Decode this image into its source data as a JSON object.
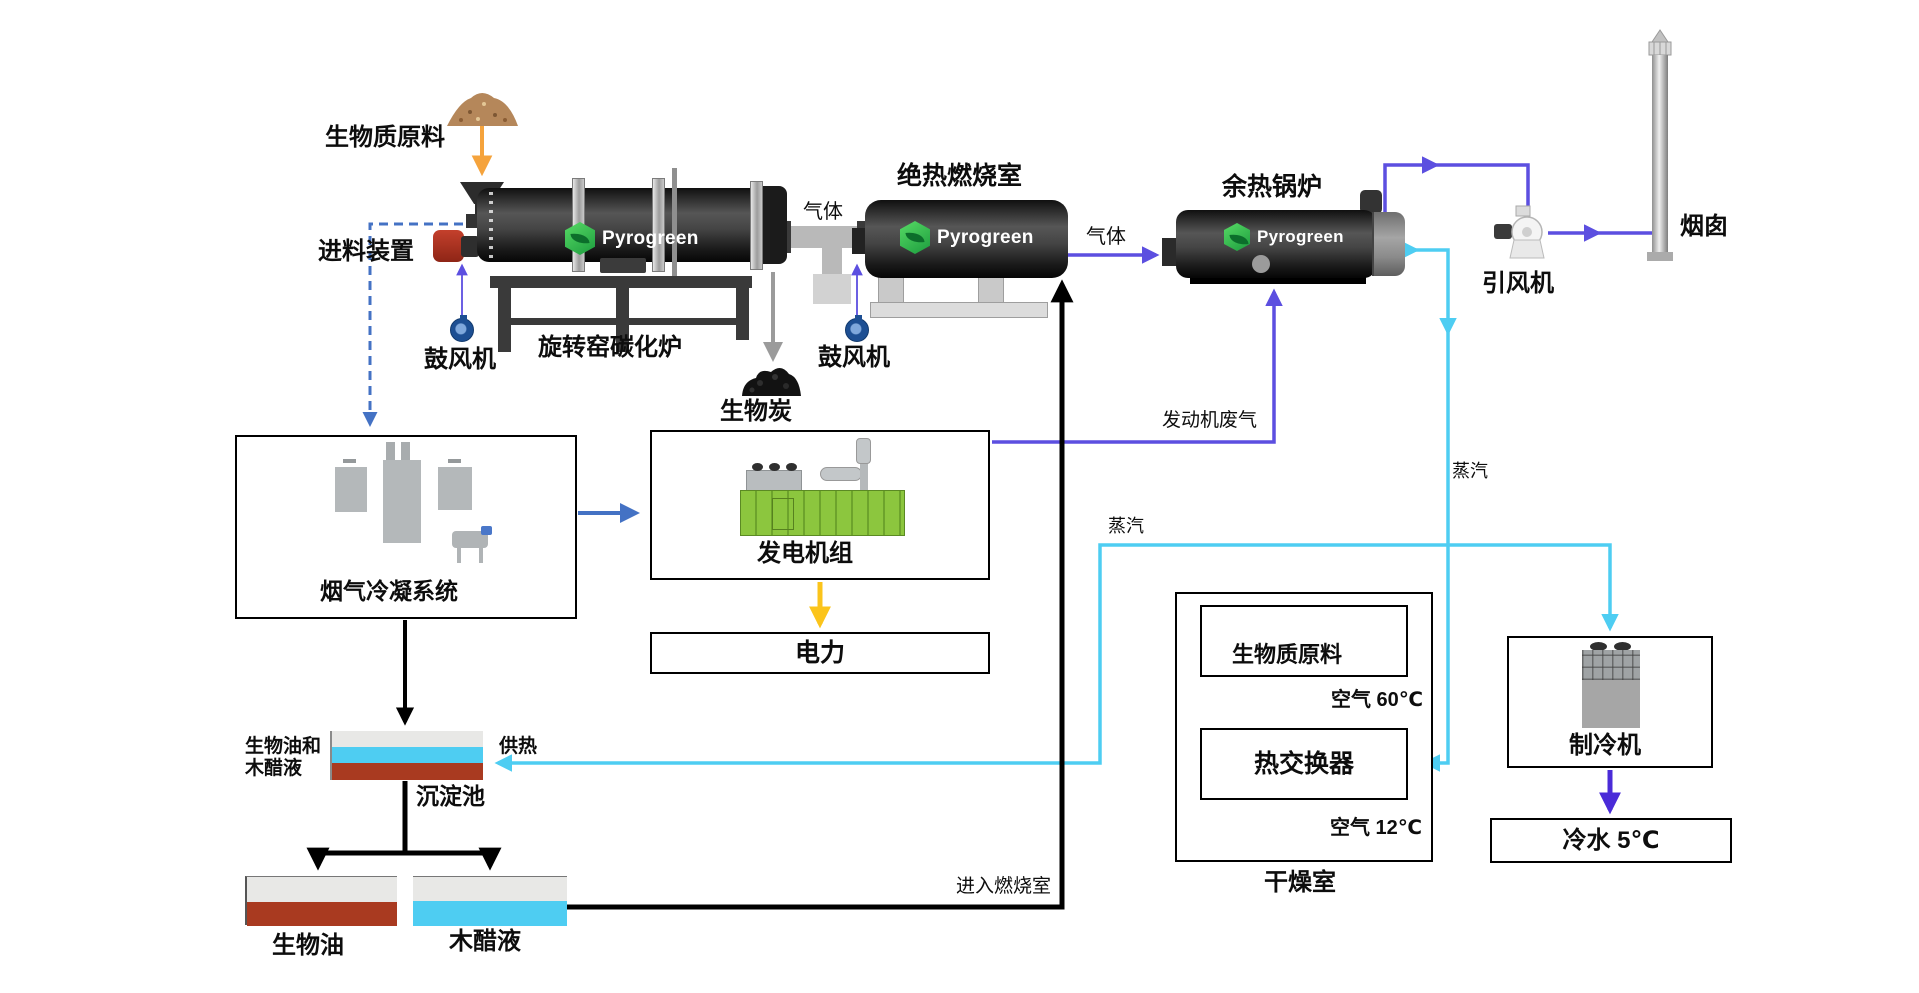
{
  "brand": {
    "name": "Pyrogreen"
  },
  "colors": {
    "gas_purple": "#5C4FE0",
    "steam_cyan": "#4ECDF2",
    "link_blue": "#4472C4",
    "feed_orange": "#F5A33C",
    "power_gold": "#FBC41B",
    "pipe_yellow": "#F2C114",
    "chilled_violet": "#4A2BD8",
    "hot_air_pink": "#E8919B",
    "cold_air_yellow": "#F3DC7D",
    "biooil_red": "#A93A20",
    "logo_green": "#2BAA46",
    "genset_green": "#8CC63E",
    "blower_blue": "#1D4F93"
  },
  "nodes": {
    "feed": {
      "material": "生物质原料",
      "device": "进料装置",
      "blower": "鼓风机"
    },
    "kiln": {
      "label": "旋转窑碳化炉",
      "gas": "气体",
      "biochar": "生物炭"
    },
    "combustion": {
      "label": "绝热燃烧室",
      "blower": "鼓风机",
      "gas": "气体",
      "inlet": "进入燃烧室"
    },
    "boiler": {
      "label": "余热锅炉",
      "engine_exhaust": "发动机废气",
      "steam": "蒸汽"
    },
    "stack": {
      "fan": "引风机",
      "chimney": "烟囱"
    },
    "condensation": {
      "label": "烟气冷凝系统"
    },
    "generator": {
      "label": "发电机组",
      "electricity": "电力"
    },
    "settling": {
      "mixture_line1": "生物油和",
      "mixture_line2": "木醋液",
      "heat_supply": "供热",
      "label": "沉淀池",
      "bio_oil": "生物油",
      "wood_vinegar": "木醋液"
    },
    "drying": {
      "label": "干燥室",
      "material": "生物质原料",
      "air_hot": "空气 60℃",
      "exchanger": "热交换器",
      "air_cold": "空气 12℃",
      "steam": "蒸汽"
    },
    "chiller": {
      "label": "制冷机",
      "cold_water": "冷水 5℃"
    }
  }
}
